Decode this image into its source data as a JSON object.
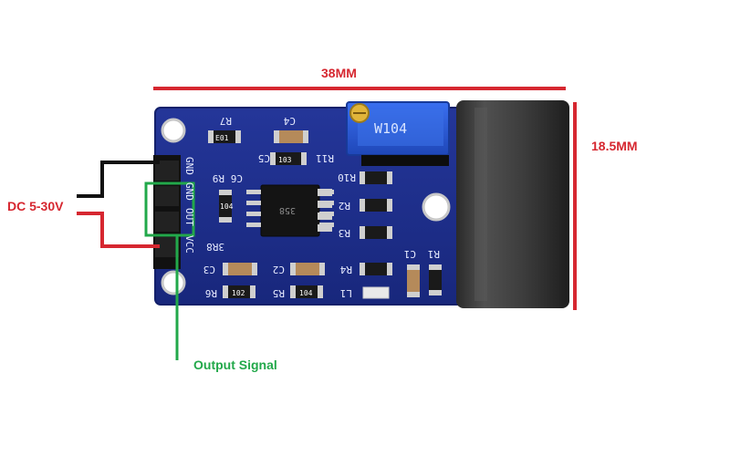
{
  "dimensions": {
    "width_label": "38MM",
    "height_label": "18.5MM"
  },
  "power": {
    "label": "DC 5-30V"
  },
  "output": {
    "label": "Output Signal"
  },
  "pins": {
    "gnd1": "GND",
    "gnd2": "GND",
    "out": "OUT",
    "vcc": "VCC"
  },
  "silkscreen": {
    "r7": "R7",
    "r7_code": "E01",
    "c4": "C4",
    "c5": "C5",
    "c5_code": "103",
    "r11": "R11",
    "r10": "R10",
    "r9": "R9",
    "c6": "C6",
    "c6_code": "104",
    "r2": "R2",
    "r3": "R3",
    "r8": "3R8",
    "c3": "C3",
    "c2": "C2",
    "r4": "R4",
    "r6": "R6",
    "r6_code": "102",
    "r5": "R5",
    "r5_code": "104",
    "l1": "L1",
    "c1": "C1",
    "r1": "R1",
    "pot": "W104",
    "chip_code": "358"
  },
  "colors": {
    "board": "#1c2c8c",
    "board_edge": "#13206a",
    "red_mark": "#d62730",
    "green_mark": "#22a84a",
    "wire_black": "#111111",
    "wire_red": "#d62730",
    "ct_core": "#3a3a3a",
    "pot_body": "#2a5bd7"
  }
}
